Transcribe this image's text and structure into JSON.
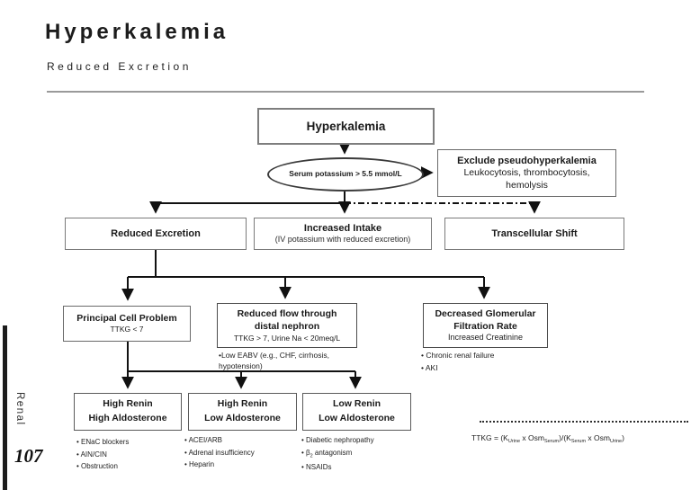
{
  "page": {
    "title": "Hyperkalemia",
    "subtitle": "Reduced Excretion",
    "sidebar_label": "Renal",
    "page_number": "107"
  },
  "flowchart": {
    "root_label": "Hyperkalemia",
    "criterion_label": "Serum potassium > 5.5 mmol/L",
    "exclude": {
      "title": "Exclude pseudohyperkalemia",
      "line1": "Leukocytosis, thrombocytosis,",
      "line2": "hemolysis"
    },
    "branches": {
      "reduced_excretion": "Reduced Excretion",
      "increased_intake": "Increased Intake",
      "increased_intake_sub": "(IV potassium with reduced excretion)",
      "transcellular_shift": "Transcellular Shift"
    },
    "mechanisms": {
      "principal_cell": {
        "title": "Principal Cell Problem",
        "sub": "TTKG < 7"
      },
      "reduced_flow": {
        "title_line1": "Reduced flow through",
        "title_line2": "distal nephron",
        "sub": "TTKG > 7, Urine Na < 20meq/L",
        "note_line1": "•Low EABV (e.g., CHF, cirrhosis,",
        "note_line2": "hypotension)"
      },
      "decreased_gfr": {
        "title_line1": "Decreased Glomerular",
        "title_line2": "Filtration Rate",
        "sub": "Increased Creatinine",
        "notes": [
          "• Chronic renal failure",
          "• AKI"
        ]
      }
    },
    "renin_states": [
      {
        "line1": "High Renin",
        "line2": "High Aldosterone"
      },
      {
        "line1": "High Renin",
        "line2": "Low Aldosterone"
      },
      {
        "line1": "Low Renin",
        "line2": "Low Aldosterone"
      }
    ],
    "causes": {
      "list1": [
        "• ENaC blockers",
        "• AIN/CIN",
        "• Obstruction"
      ],
      "list2": [
        "• ACEI/ARB",
        "• Adrenal insufficiency",
        "• Heparin"
      ],
      "list3_item1": "• Diabetic nephropathy",
      "list3_beta": {
        "base": "• β",
        "sub": "2",
        "rest": " antagonism"
      },
      "list3_item3": "• NSAIDs"
    },
    "formula": {
      "p1": "TTKG = (K",
      "s1": "Urine",
      "p2": " x Osm",
      "s2": "Serum",
      "p3": ")/(K",
      "s3": "Serum",
      "p4": " x Osm",
      "s4": "Urine",
      "p5": ")"
    }
  }
}
